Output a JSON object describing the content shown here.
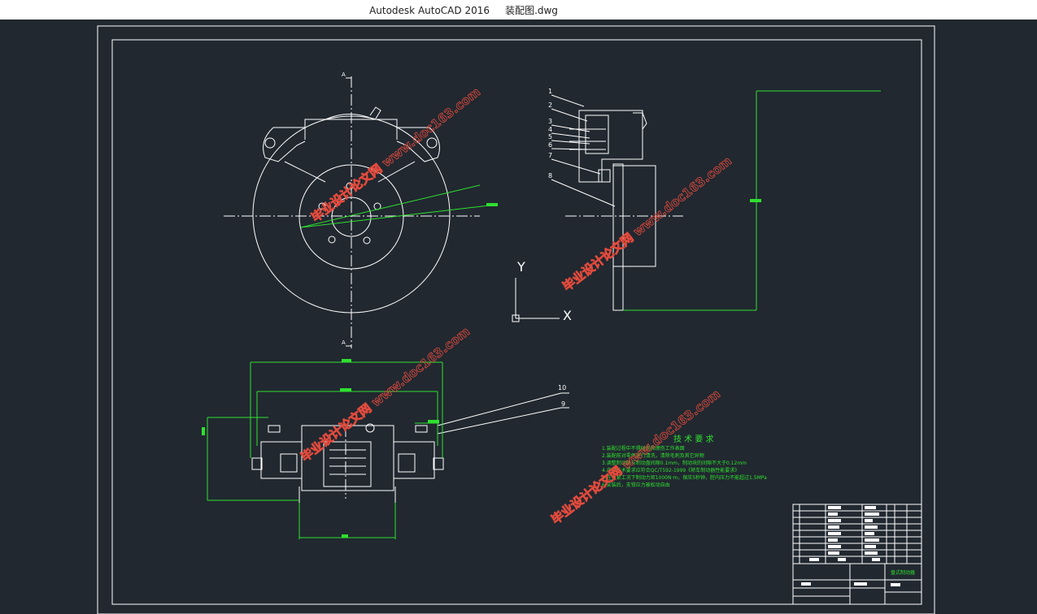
{
  "window": {
    "app_title": "Autodesk AutoCAD 2016",
    "file_name": "装配图.dwg"
  },
  "drawing": {
    "tech_req_title": "技 术 要 求",
    "tech_req_lines": [
      "1.装配过程中不得碰伤和擦伤工作表面",
      "2.装配前对零件进行清洗，清除毛刺及其它异物",
      "3.调整制动块与制动盘间隙0.1mm，制动块的间隙不大于0.12mm",
      "4.产品技术要求应符合QC/T592-1999《轿车制动器性能要求》",
      "5.在夹紧工况下制动力矩1000N·m，保压5秒钟，腔内压力不能超过1.5MPa",
      "6.安装后，支钳应力被松动自由"
    ],
    "part_numbers": [
      "1",
      "2",
      "3",
      "4",
      "5",
      "6",
      "7",
      "8",
      "10",
      "9"
    ],
    "axis_labels": {
      "y": "Y",
      "x": "X"
    },
    "section_labels": [
      "A",
      "A"
    ],
    "title_block_name": "盘式制动器"
  },
  "watermarks": [
    "毕业设计论文网 www.doc163.com",
    "毕业设计论文网 www.doc163.com",
    "毕业设计论文网 www.doc163.com",
    "毕业设计论文网 www.doc163.com"
  ],
  "colors": {
    "background": "#212830",
    "line": "#ffffff",
    "dimension": "#2fe02f",
    "watermark": "#e24a3c"
  }
}
